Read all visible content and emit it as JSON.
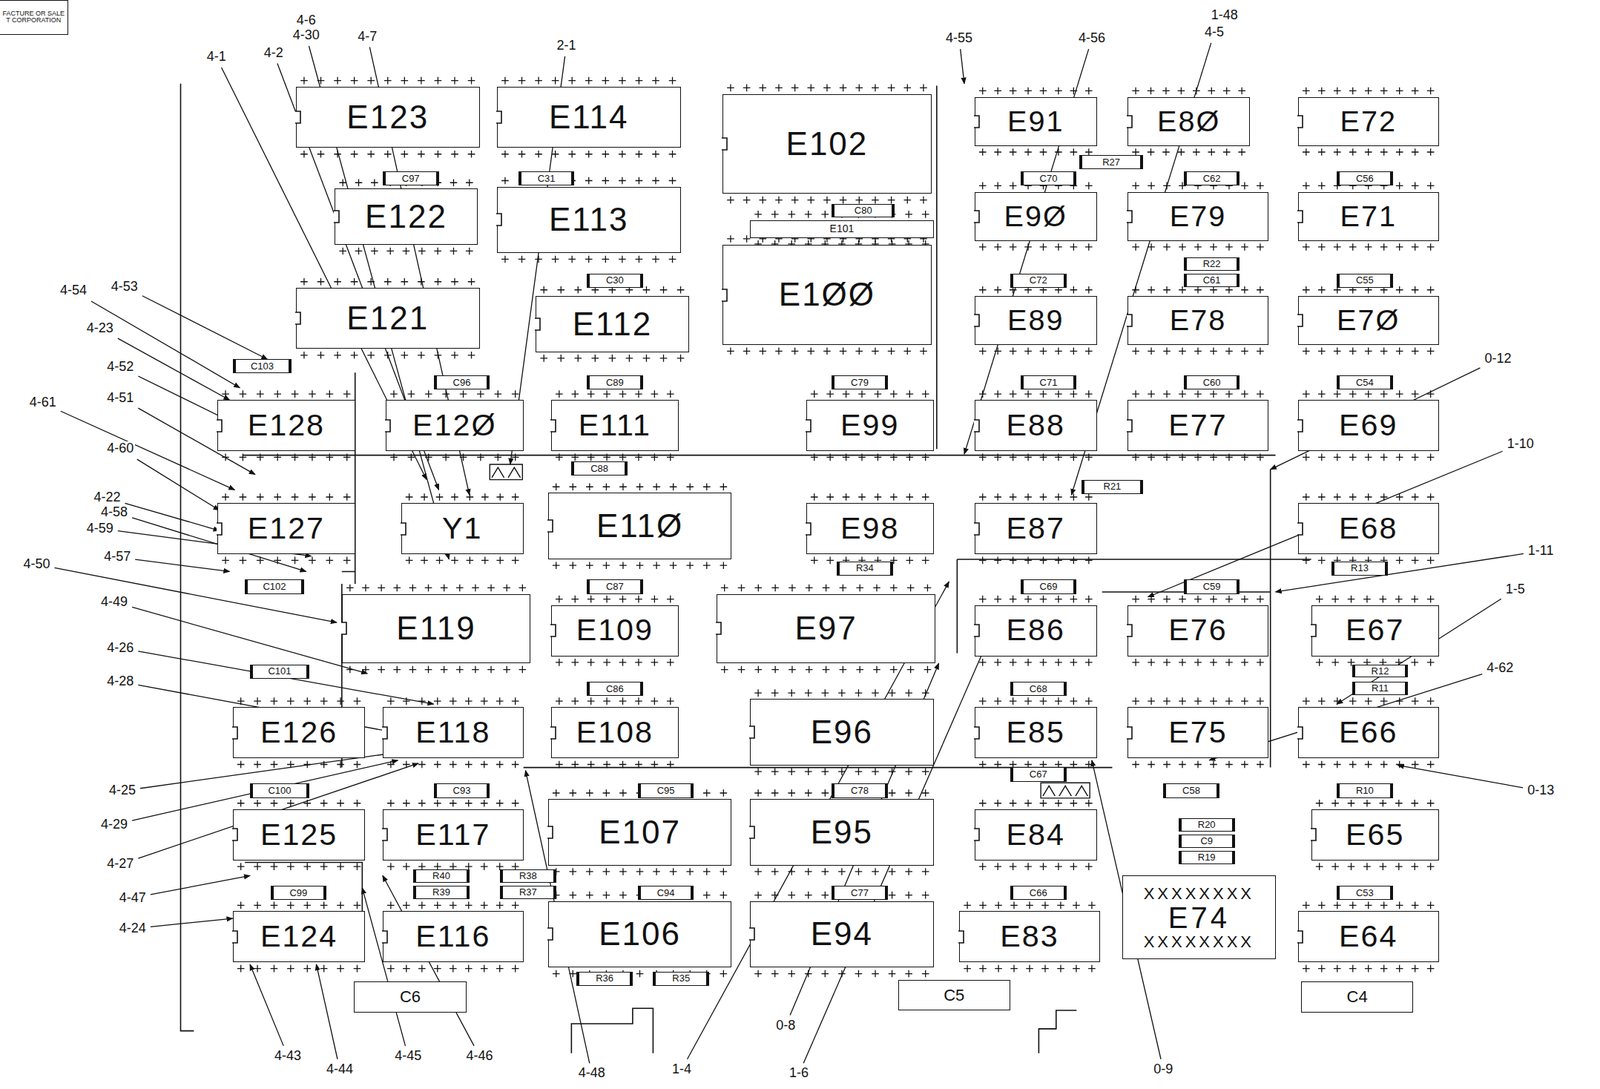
{
  "diagram": {
    "nodes": [
      {
        "text": [
          "FACTURE OR SALE",
          "T CORPORATION"
        ]
      },
      {
        "text": [
          "E123"
        ]
      },
      {
        "text": [
          "E114"
        ]
      },
      {
        "text": [
          "E102"
        ]
      },
      {
        "text": [
          "E91"
        ]
      },
      {
        "text": [
          "E8Ø"
        ]
      },
      {
        "text": [
          "E72"
        ]
      },
      {
        "text": [
          "R27"
        ]
      },
      {
        "text": [
          "C97"
        ]
      },
      {
        "text": [
          "C31"
        ]
      },
      {
        "text": [
          "C70"
        ]
      },
      {
        "text": [
          "C62"
        ]
      },
      {
        "text": [
          "C56"
        ]
      },
      {
        "text": [
          "E122"
        ]
      },
      {
        "text": [
          "E113"
        ]
      },
      {
        "text": [
          "E9Ø"
        ]
      },
      {
        "text": [
          "E79"
        ]
      },
      {
        "text": [
          "E71"
        ]
      },
      {
        "text": [
          "C80"
        ]
      },
      {
        "text": [
          "E101"
        ]
      },
      {
        "text": [
          "E1ØØ"
        ]
      },
      {
        "text": [
          "R22"
        ]
      },
      {
        "text": [
          "C30"
        ]
      },
      {
        "text": [
          "C72"
        ]
      },
      {
        "text": [
          "C61"
        ]
      },
      {
        "text": [
          "C55"
        ]
      },
      {
        "text": [
          "E121"
        ]
      },
      {
        "text": [
          "E112"
        ]
      },
      {
        "text": [
          "E89"
        ]
      },
      {
        "text": [
          "E78"
        ]
      },
      {
        "text": [
          "E7Ø"
        ]
      },
      {
        "text": [
          "C103"
        ]
      },
      {
        "text": [
          "C96"
        ]
      },
      {
        "text": [
          "C89"
        ]
      },
      {
        "text": [
          "C79"
        ]
      },
      {
        "text": [
          "C71"
        ]
      },
      {
        "text": [
          "C60"
        ]
      },
      {
        "text": [
          "C54"
        ]
      },
      {
        "text": [
          "E128"
        ]
      },
      {
        "text": [
          "E12Ø"
        ]
      },
      {
        "text": [
          "E111"
        ]
      },
      {
        "text": [
          "E99"
        ]
      },
      {
        "text": [
          "E88"
        ]
      },
      {
        "text": [
          "E77"
        ]
      },
      {
        "text": [
          "E69"
        ]
      },
      {
        "text": [
          "C88"
        ]
      },
      {
        "text": [
          "R21"
        ]
      },
      {
        "text": [
          "E11Ø"
        ]
      },
      {
        "text": [
          "E127"
        ]
      },
      {
        "text": [
          "Y1"
        ]
      },
      {
        "text": [
          "E98"
        ]
      },
      {
        "text": [
          "E87"
        ]
      },
      {
        "text": [
          "E68"
        ]
      },
      {
        "text": [
          "R34"
        ]
      },
      {
        "text": [
          "R13"
        ]
      },
      {
        "text": [
          "C102"
        ]
      },
      {
        "text": [
          "C87"
        ]
      },
      {
        "text": [
          "C69"
        ]
      },
      {
        "text": [
          "C59"
        ]
      },
      {
        "text": [
          "E119"
        ]
      },
      {
        "text": [
          "E97"
        ]
      },
      {
        "text": [
          "E109"
        ]
      },
      {
        "text": [
          "E86"
        ]
      },
      {
        "text": [
          "E76"
        ]
      },
      {
        "text": [
          "E67"
        ]
      },
      {
        "text": [
          "C101"
        ]
      },
      {
        "text": [
          "R12"
        ]
      },
      {
        "text": [
          "C86"
        ]
      },
      {
        "text": [
          "C68"
        ]
      },
      {
        "text": [
          "R11"
        ]
      },
      {
        "text": [
          "E96"
        ]
      },
      {
        "text": [
          "E126"
        ]
      },
      {
        "text": [
          "E118"
        ]
      },
      {
        "text": [
          "E108"
        ]
      },
      {
        "text": [
          "E85"
        ]
      },
      {
        "text": [
          "E75"
        ]
      },
      {
        "text": [
          "E66"
        ]
      },
      {
        "text": [
          "C67"
        ]
      },
      {
        "text": [
          "C100"
        ]
      },
      {
        "text": [
          "C93"
        ]
      },
      {
        "text": [
          "C95"
        ]
      },
      {
        "text": [
          "C78"
        ]
      },
      {
        "text": [
          "C58"
        ]
      },
      {
        "text": [
          "R10"
        ]
      },
      {
        "text": [
          "E107"
        ]
      },
      {
        "text": [
          "E95"
        ]
      },
      {
        "text": [
          "E125"
        ]
      },
      {
        "text": [
          "E117"
        ]
      },
      {
        "text": [
          "E84"
        ]
      },
      {
        "text": [
          "E65"
        ]
      },
      {
        "text": [
          "R20"
        ]
      },
      {
        "text": [
          "C9"
        ]
      },
      {
        "text": [
          "R19"
        ]
      },
      {
        "text": [
          "R40"
        ]
      },
      {
        "text": [
          "R38"
        ]
      },
      {
        "text": [
          "XXXXXXXX",
          "E74",
          "XXXXXXXX"
        ]
      },
      {
        "text": [
          "C99"
        ]
      },
      {
        "text": [
          "R39"
        ]
      },
      {
        "text": [
          "R37"
        ]
      },
      {
        "text": [
          "C94"
        ]
      },
      {
        "text": [
          "C77"
        ]
      },
      {
        "text": [
          "C66"
        ]
      },
      {
        "text": [
          "C53"
        ]
      },
      {
        "text": [
          "E106"
        ]
      },
      {
        "text": [
          "E94"
        ]
      },
      {
        "text": [
          "E124"
        ]
      },
      {
        "text": [
          "E116"
        ]
      },
      {
        "text": [
          "E83"
        ]
      },
      {
        "text": [
          "E64"
        ]
      },
      {
        "text": [
          "R36"
        ]
      },
      {
        "text": [
          "R35"
        ]
      },
      {
        "text": [
          "C5"
        ]
      },
      {
        "text": [
          "C6"
        ]
      },
      {
        "text": [
          "C4"
        ]
      }
    ],
    "labels": [
      "4-6",
      "4-30",
      "4-7",
      "4-1",
      "4-2",
      "2-1",
      "4-55",
      "4-56",
      "1-48",
      "4-5",
      "4-54",
      "4-53",
      "4-23",
      "4-52",
      "4-51",
      "4-61",
      "4-60",
      "4-22",
      "4-58",
      "4-59",
      "4-57",
      "4-50",
      "4-49",
      "4-26",
      "4-28",
      "4-25",
      "4-29",
      "4-27",
      "4-47",
      "4-24",
      "4-43",
      "4-44",
      "4-45",
      "4-46",
      "4-48",
      "1-4",
      "0-8",
      "1-6",
      "0-9",
      "0-12",
      "1-10",
      "1-11",
      "1-5",
      "4-62",
      "0-13"
    ]
  }
}
